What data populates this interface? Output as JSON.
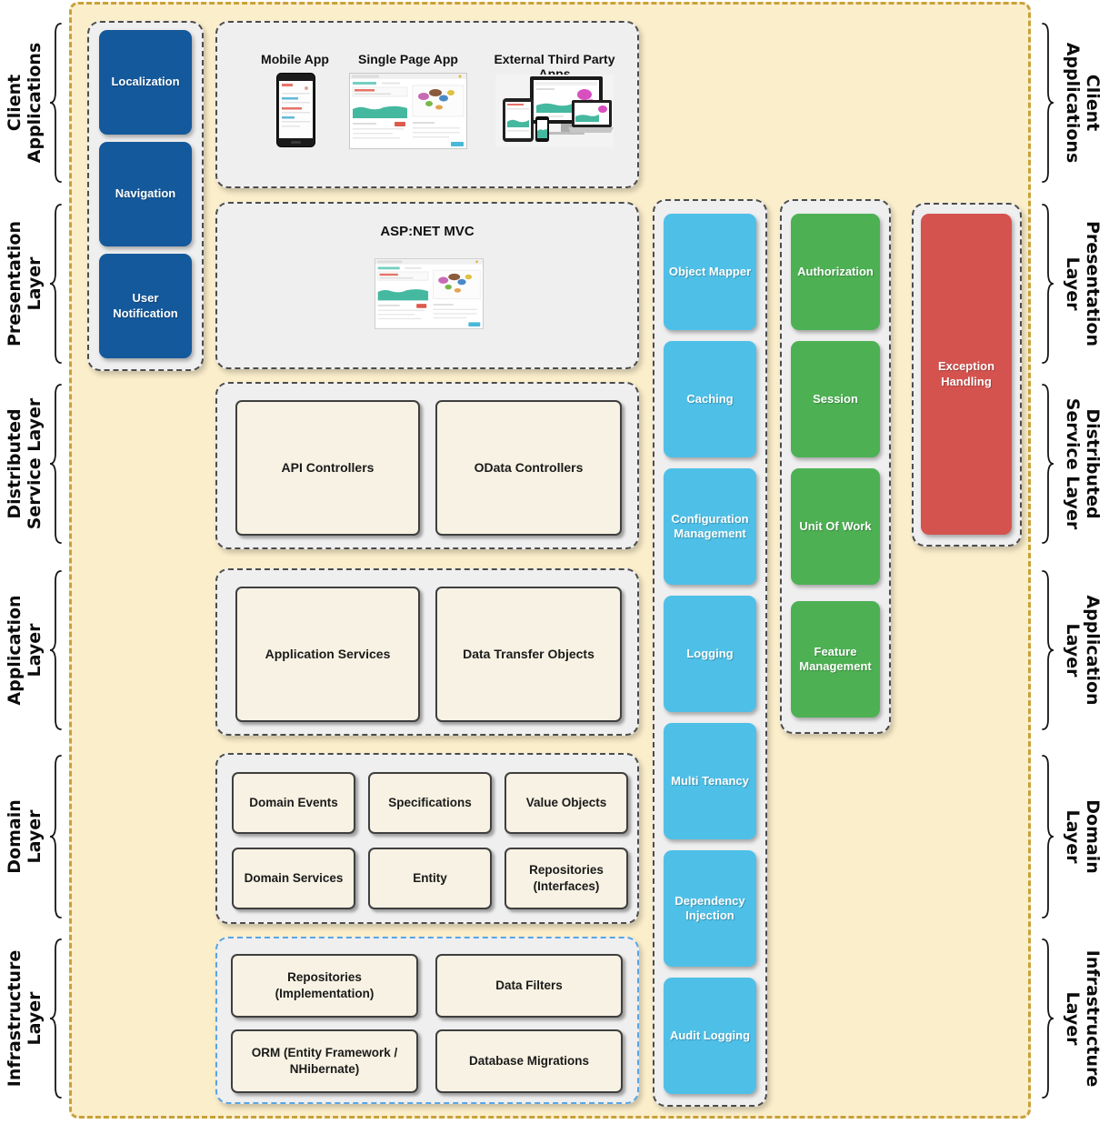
{
  "side_labels": {
    "left": [
      "Client\nApplications",
      "Presentation\nLayer",
      "Distributed\nService Layer",
      "Application\nLayer",
      "Domain\nLayer",
      "Infrastructure\nLayer"
    ],
    "right": [
      "Client\nApplications",
      "Presentation\nLayer",
      "Distributed\nService Layer",
      "Application\nLayer",
      "Domain\nLayer",
      "Infrastructure\nLayer"
    ]
  },
  "left_stack": {
    "items": [
      "Localization",
      "Navigation",
      "User Notification"
    ]
  },
  "client_apps": {
    "labels": [
      "Mobile App",
      "Single Page App",
      "External Third Party Apps"
    ]
  },
  "presentation": {
    "title": "ASP:NET MVC"
  },
  "distributed": {
    "boxes": [
      "API Controllers",
      "OData Controllers"
    ]
  },
  "application": {
    "boxes": [
      "Application Services",
      "Data Transfer Objects"
    ]
  },
  "domain": {
    "boxes": [
      "Domain Events",
      "Specifications",
      "Value Objects",
      "Domain Services",
      "Entity",
      "Repositories (Interfaces)"
    ]
  },
  "infrastructure": {
    "boxes": [
      "Repositories (Implementation)",
      "Data Filters",
      "ORM (Entity Framework / NHibernate)",
      "Database Migrations"
    ]
  },
  "cross_cutting": {
    "cyan_stack": [
      "Object Mapper",
      "Caching",
      "Configuration Management",
      "Logging",
      "Multi Tenancy",
      "Dependency Injection",
      "Audit Logging"
    ],
    "green_stack": [
      "Authorization",
      "Session",
      "Unit Of Work",
      "Feature Management"
    ],
    "red_stack": [
      "Exception Handling"
    ]
  },
  "colors": {
    "accent_blue": "#14599C",
    "accent_cyan": "#4EC0E8",
    "accent_green": "#4DB153",
    "accent_red": "#D5534F",
    "background_tan": "#FBEECB",
    "outer_border_gold": "#C8A13A",
    "infrastructure_border_blue": "#58A5E6"
  }
}
